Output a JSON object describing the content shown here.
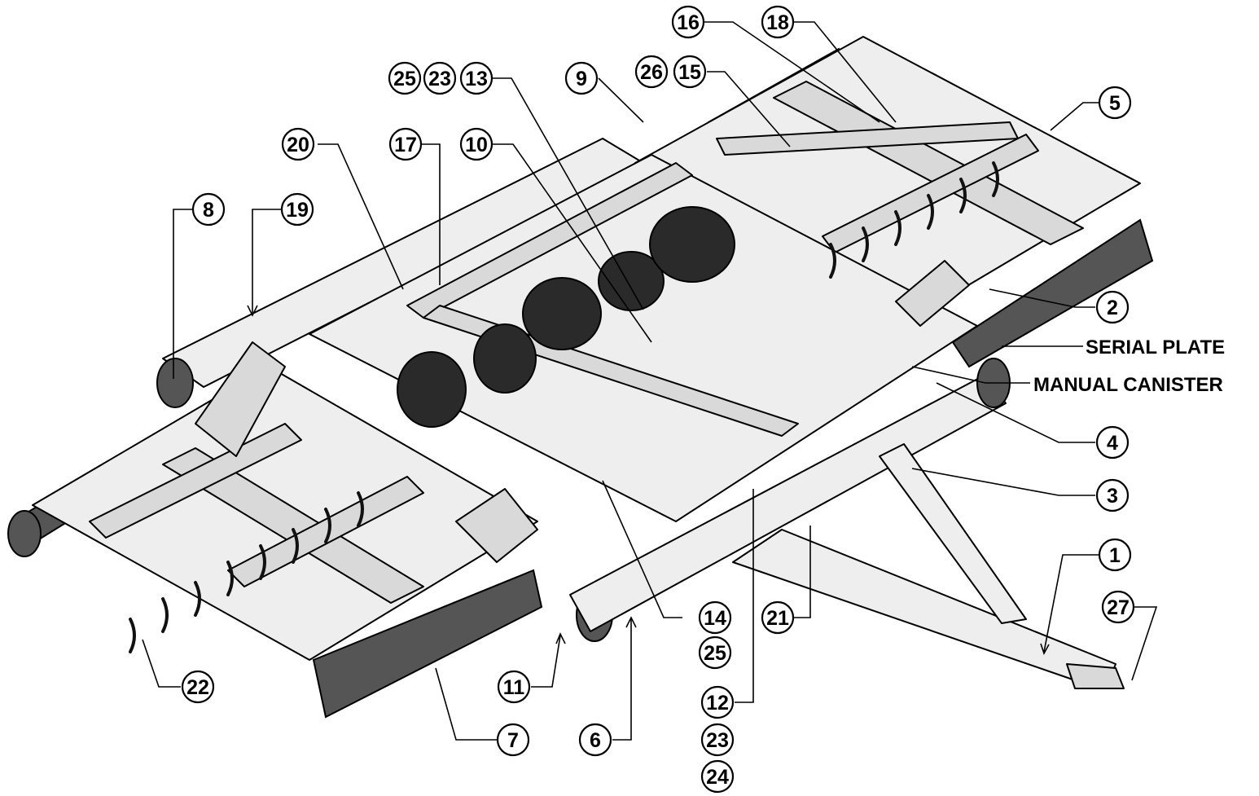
{
  "diagram": {
    "callouts": [
      {
        "id": "c1",
        "number": "1"
      },
      {
        "id": "c2",
        "number": "2"
      },
      {
        "id": "c3",
        "number": "3"
      },
      {
        "id": "c4",
        "number": "4"
      },
      {
        "id": "c5",
        "number": "5"
      },
      {
        "id": "c6",
        "number": "6"
      },
      {
        "id": "c7",
        "number": "7"
      },
      {
        "id": "c8",
        "number": "8"
      },
      {
        "id": "c9",
        "number": "9"
      },
      {
        "id": "c10",
        "number": "10"
      },
      {
        "id": "c11",
        "number": "11"
      },
      {
        "id": "c12",
        "number": "12"
      },
      {
        "id": "c13",
        "number": "13"
      },
      {
        "id": "c14",
        "number": "14"
      },
      {
        "id": "c15",
        "number": "15"
      },
      {
        "id": "c16",
        "number": "16"
      },
      {
        "id": "c17",
        "number": "17"
      },
      {
        "id": "c18",
        "number": "18"
      },
      {
        "id": "c19",
        "number": "19"
      },
      {
        "id": "c20",
        "number": "20"
      },
      {
        "id": "c21",
        "number": "21"
      },
      {
        "id": "c22",
        "number": "22"
      },
      {
        "id": "c23a",
        "number": "23"
      },
      {
        "id": "c23b",
        "number": "23"
      },
      {
        "id": "c24",
        "number": "24"
      },
      {
        "id": "c25a",
        "number": "25"
      },
      {
        "id": "c25b",
        "number": "25"
      },
      {
        "id": "c26",
        "number": "26"
      },
      {
        "id": "c27",
        "number": "27"
      }
    ],
    "text_labels": {
      "serial_plate": "SERIAL PLATE",
      "manual_canister": "MANUAL CANISTER"
    }
  }
}
